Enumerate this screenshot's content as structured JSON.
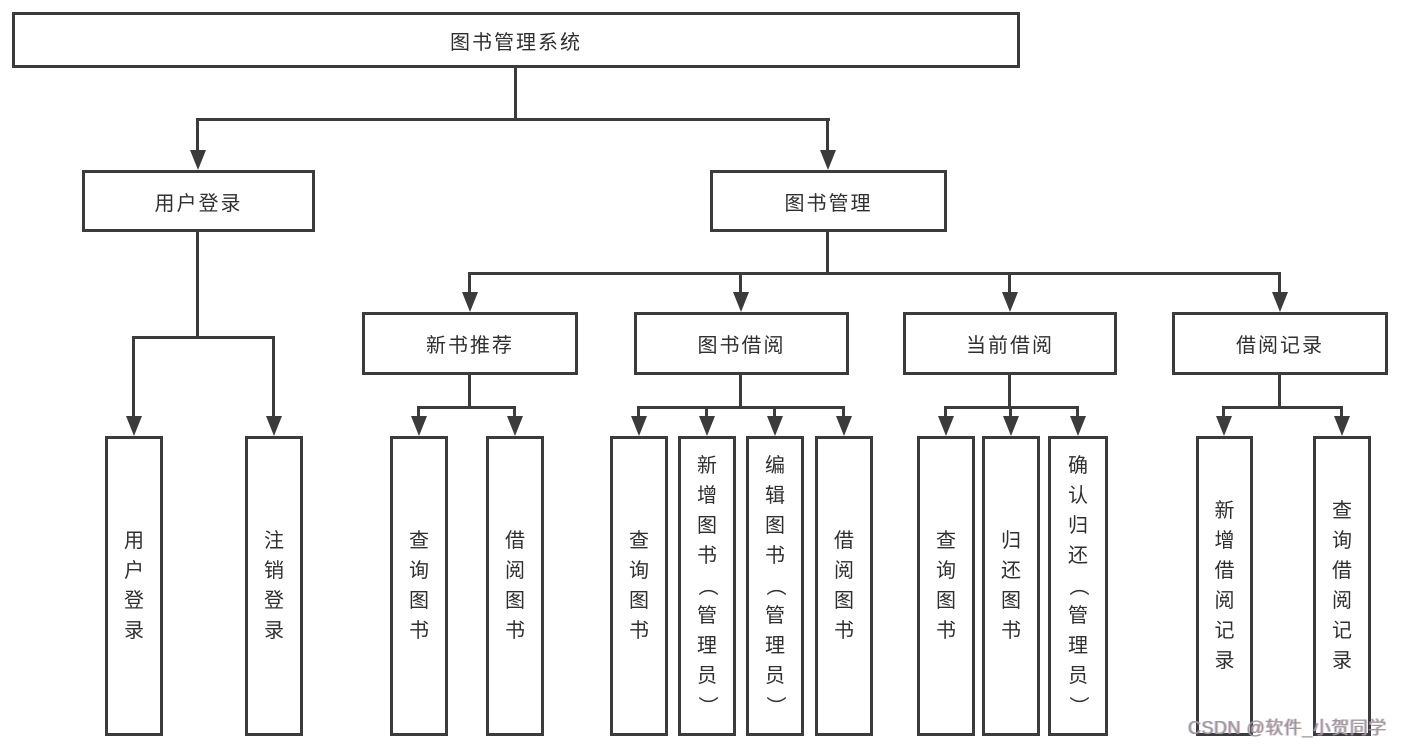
{
  "tree": {
    "root": {
      "label": "图书管理系统"
    },
    "branches": [
      {
        "label": "用户登录",
        "leaves": [
          {
            "label": "用户登录"
          },
          {
            "label": "注销登录"
          }
        ]
      },
      {
        "label": "图书管理",
        "children": [
          {
            "label": "新书推荐",
            "leaves": [
              {
                "label": "查询图书"
              },
              {
                "label": "借阅图书"
              }
            ]
          },
          {
            "label": "图书借阅",
            "leaves": [
              {
                "label": "查询图书"
              },
              {
                "label": "新增图书（管理员）"
              },
              {
                "label": "编辑图书（管理员）"
              },
              {
                "label": "借阅图书"
              }
            ]
          },
          {
            "label": "当前借阅",
            "leaves": [
              {
                "label": "查询图书"
              },
              {
                "label": "归还图书"
              },
              {
                "label": "确认归还（管理员）"
              }
            ]
          },
          {
            "label": "借阅记录",
            "leaves": [
              {
                "label": "新增借阅记录"
              },
              {
                "label": "查询借阅记录"
              }
            ]
          }
        ]
      }
    ]
  },
  "watermark": {
    "text": "CSDN @软件_小贺同学"
  },
  "colors": {
    "line": "#3b3b3b",
    "text": "#2f2f2f",
    "watermark": "#9b9b9b",
    "background": "#ffffff"
  }
}
